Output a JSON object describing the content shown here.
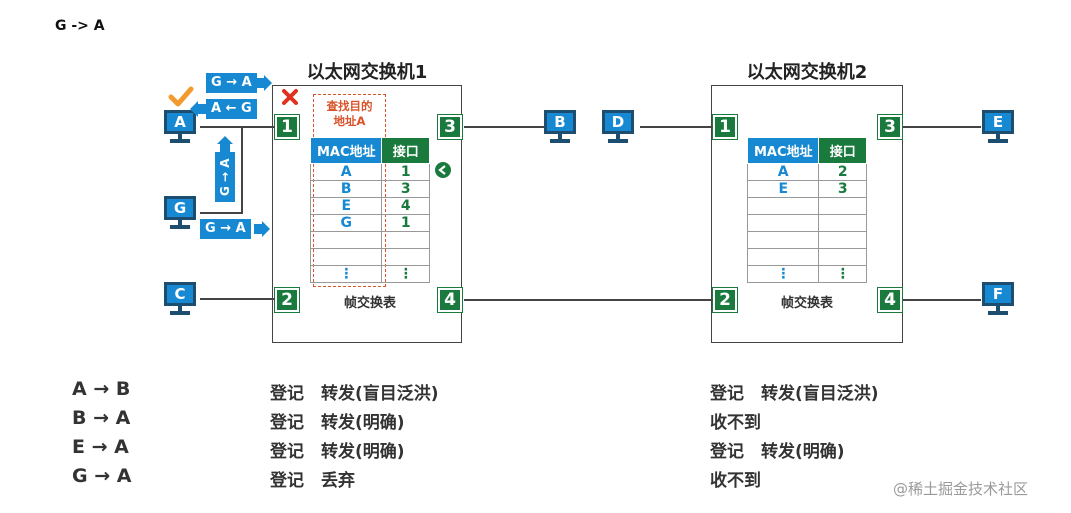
{
  "caption": "G -> A",
  "switch1": {
    "title": "以太网交换机1",
    "lookup_note": "查找目的\n地址A",
    "table_label": "帧交换表",
    "headers": [
      "MAC地址",
      "接口"
    ],
    "rows": [
      [
        "A",
        "1"
      ],
      [
        "B",
        "3"
      ],
      [
        "E",
        "4"
      ],
      [
        "G",
        "1"
      ],
      [
        "",
        ""
      ],
      [
        "",
        ""
      ],
      [
        "⋮",
        "⋮"
      ]
    ],
    "ports": [
      "1",
      "2",
      "3",
      "4"
    ]
  },
  "switch2": {
    "title": "以太网交换机2",
    "table_label": "帧交换表",
    "headers": [
      "MAC地址",
      "接口"
    ],
    "rows": [
      [
        "A",
        "2"
      ],
      [
        "E",
        "3"
      ],
      [
        "",
        ""
      ],
      [
        "",
        ""
      ],
      [
        "",
        ""
      ],
      [
        "",
        ""
      ],
      [
        "⋮",
        "⋮"
      ]
    ],
    "ports": [
      "1",
      "2",
      "3",
      "4"
    ]
  },
  "hosts": {
    "A": "A",
    "B": "B",
    "C": "C",
    "D": "D",
    "E": "E",
    "F": "F",
    "G": "G"
  },
  "frames": {
    "g_to_a_top": "G → A",
    "a_from_g": "A ← G",
    "g_to_a_vertical": "G → A",
    "g_to_a_bottom": "G → A"
  },
  "results": [
    {
      "flow": "A → B",
      "sw1": "登记　转发(盲目泛洪)",
      "sw2": "登记　转发(盲目泛洪)"
    },
    {
      "flow": "B → A",
      "sw1": "登记　转发(明确)",
      "sw2": "收不到"
    },
    {
      "flow": "E → A",
      "sw1": "登记　转发(明确)",
      "sw2": "登记　转发(明确)"
    },
    {
      "flow": "G → A",
      "sw1": "登记　丢弃",
      "sw2": "收不到"
    }
  ],
  "colors": {
    "blue": "#1789d2",
    "green": "#1a7a3e",
    "red": "#d9542a",
    "accept": "#f29a2e",
    "reject": "#e0301e"
  },
  "watermark": "@稀土掘金技术社区"
}
